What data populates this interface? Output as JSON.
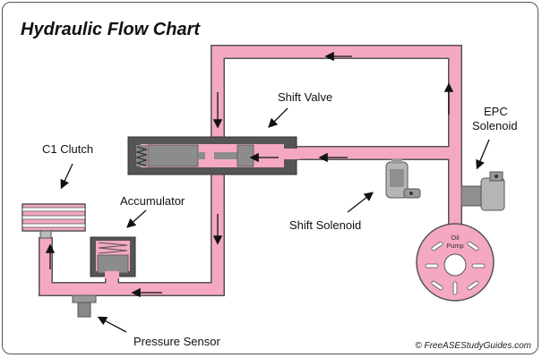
{
  "title": "Hydraulic Flow Chart",
  "labels": {
    "shift_valve": "Shift Valve",
    "c1_clutch": "C1 Clutch",
    "accumulator": "Accumulator",
    "epc_line1": "EPC",
    "epc_line2": "Solenoid",
    "shift_solenoid": "Shift Solenoid",
    "pressure_sensor": "Pressure Sensor",
    "oil_line1": "Oil",
    "oil_line2": "Pump"
  },
  "copyright": "© FreeASEStudyGuides.com",
  "colors": {
    "fluid": "#f4a8c4",
    "fluid_outline": "#555555",
    "valve_body": "#555555",
    "component_gray": "#9a9a9a",
    "pump_slot": "#ffffff"
  }
}
